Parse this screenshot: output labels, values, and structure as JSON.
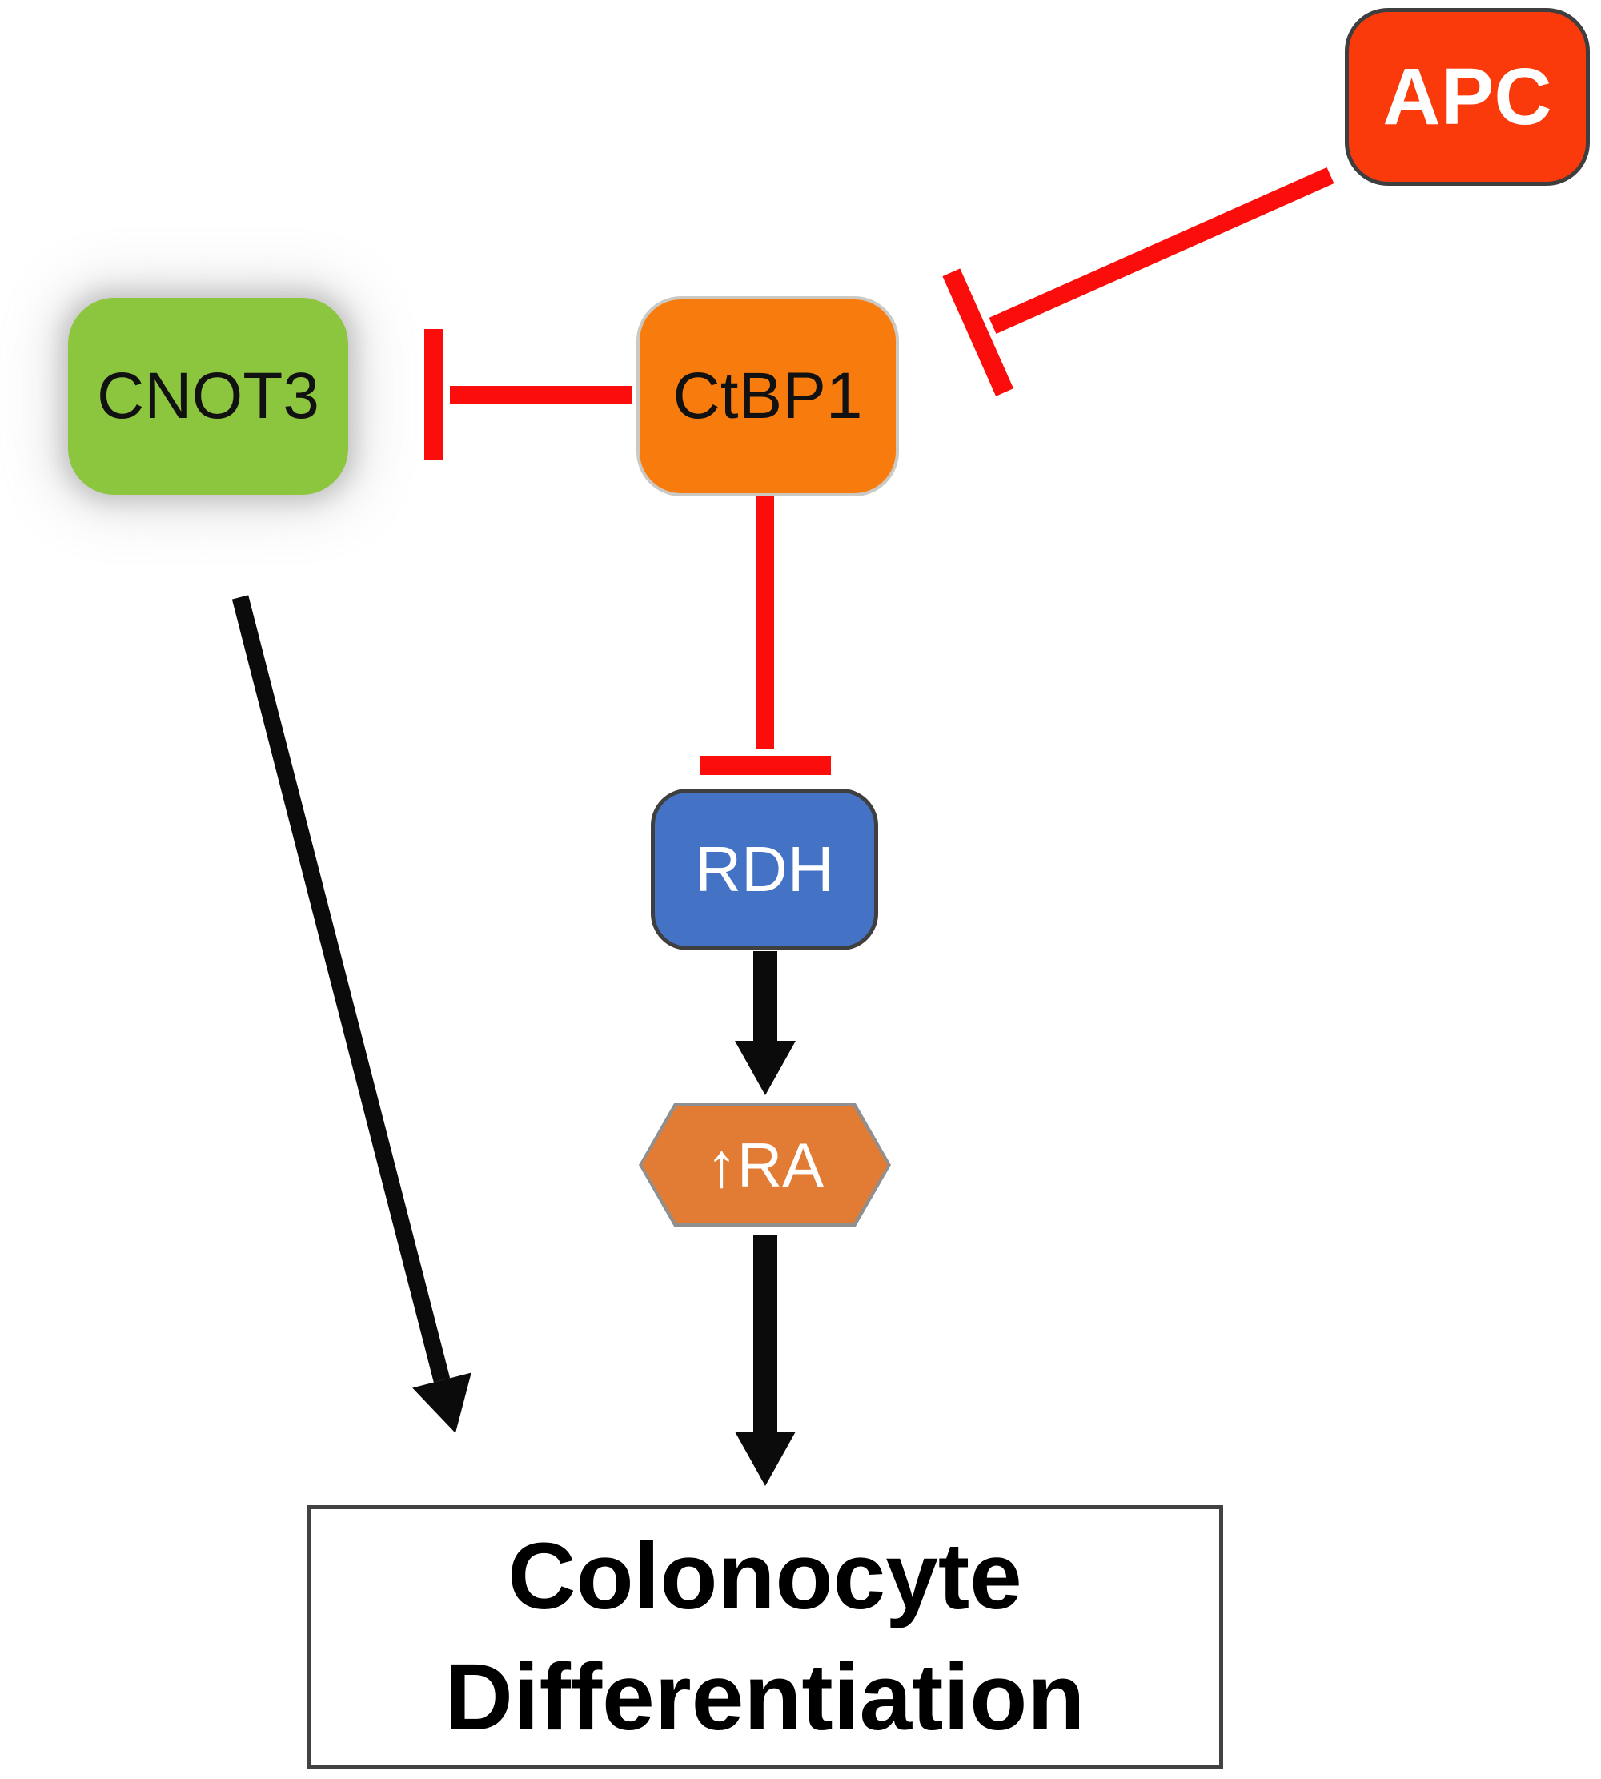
{
  "figure": {
    "background": "#FFFFFF"
  },
  "colors": {
    "inhibition_line": "#FA0D0A",
    "activation_line": "#0B0B0B",
    "apc_fill": "#FB3A0C",
    "cnot3_fill": "#8CC63F",
    "ctbp1_fill": "#F87C0D",
    "rdh_fill": "#4472C4",
    "ra_fill": "#E27C35",
    "outcome_fill": "#FFFFFF",
    "outcome_border": "#424242"
  },
  "nodes": {
    "apc": {
      "label": "APC"
    },
    "cnot3": {
      "label": "CNOT3"
    },
    "ctbp1": {
      "label": "CtBP1"
    },
    "rdh": {
      "label": "RDH"
    },
    "ra": {
      "label": "↑RA"
    },
    "outcome": {
      "line1": "Colonocyte",
      "line2": "Differentiation"
    }
  },
  "edges": [
    {
      "from": "APC",
      "to": "CtBP1",
      "type": "inhibition"
    },
    {
      "from": "CtBP1",
      "to": "CNOT3",
      "type": "inhibition"
    },
    {
      "from": "CtBP1",
      "to": "RDH",
      "type": "inhibition"
    },
    {
      "from": "RDH",
      "to": "↑RA",
      "type": "activation"
    },
    {
      "from": "↑RA",
      "to": "Colonocyte Differentiation",
      "type": "activation"
    },
    {
      "from": "CNOT3",
      "to": "Colonocyte Differentiation",
      "type": "activation"
    }
  ]
}
